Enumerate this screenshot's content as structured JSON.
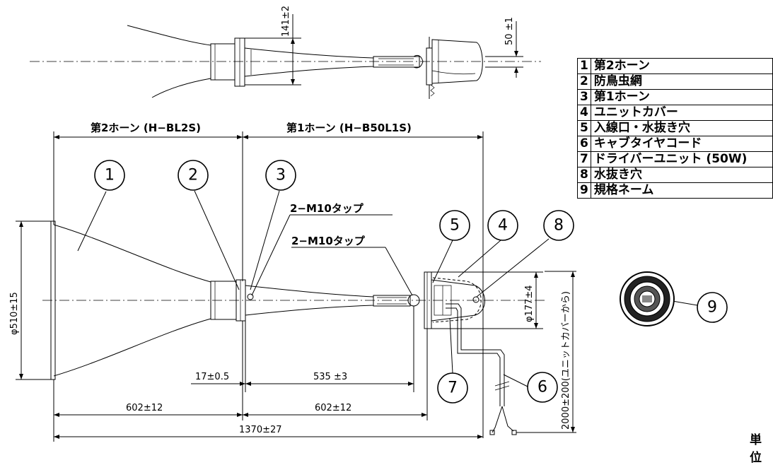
{
  "labels": {
    "horn2": "第2ホーン (H−BL2S)",
    "horn1": "第1ホーン (H−B50L1S)",
    "tap_a": "2−M10タップ",
    "tap_b": "2−M10タップ",
    "unit": "単位"
  },
  "dimensions": {
    "d141": "141±2",
    "d50": "50 ±1",
    "d510": "φ510±15",
    "d177": "φ177±4",
    "d17": "17±0.5",
    "d535": "535 ±3",
    "d602a": "602±12",
    "d602b": "602±12",
    "d1370": "1370±27",
    "d2000": "2000±200(ユニットカバーから)"
  },
  "bubbles": [
    "1",
    "2",
    "3",
    "4",
    "5",
    "6",
    "7",
    "8",
    "9"
  ],
  "parts": [
    {
      "no": "1",
      "name": "第2ホーン"
    },
    {
      "no": "2",
      "name": "防鳥虫網"
    },
    {
      "no": "3",
      "name": "第1ホーン"
    },
    {
      "no": "4",
      "name": "ユニットカバー"
    },
    {
      "no": "5",
      "name": "入線口・水抜き穴"
    },
    {
      "no": "6",
      "name": "キャブタイヤコード"
    },
    {
      "no": "7",
      "name": "ドライバーユニット (50W)"
    },
    {
      "no": "8",
      "name": "水抜き穴"
    },
    {
      "no": "9",
      "name": "規格ネーム"
    }
  ]
}
